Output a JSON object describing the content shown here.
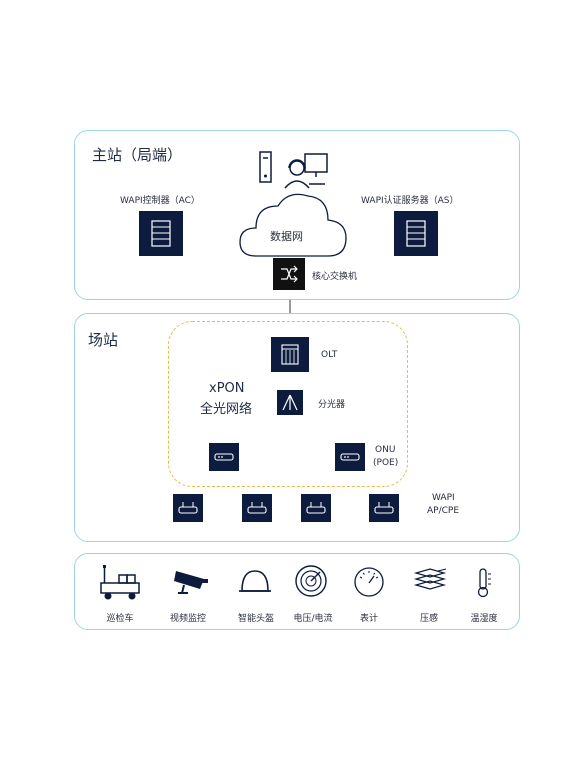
{
  "colors": {
    "navy": "#0d1b3e",
    "panel_border": "#9fd3e3",
    "dashed": "#f0b84a"
  },
  "main_station": {
    "title": "主站（局端）",
    "ac_label": "WAPI控制器（AC）",
    "as_label": "WAPI认证服务器（AS）",
    "cloud_label": "数据网",
    "switch_label": "核心交换机"
  },
  "field_station": {
    "title": "场站",
    "olt_label": "OLT",
    "xpon_label_1": "xPON",
    "xpon_label_2": "全光网络",
    "splitter_label": "分光器",
    "onu_label": "ONU",
    "onu_sub": "(POE)",
    "ap_label_1": "WAPI",
    "ap_label_2": "AP/CPE"
  },
  "devices": [
    {
      "label": "巡检车",
      "icon": "patrol-vehicle-icon"
    },
    {
      "label": "视频监控",
      "icon": "surveillance-camera-icon"
    },
    {
      "label": "智能头盔",
      "icon": "smart-helmet-icon"
    },
    {
      "label": "电压/电流",
      "icon": "voltage-current-meter-icon"
    },
    {
      "label": "表计",
      "icon": "gauge-meter-icon"
    },
    {
      "label": "压感",
      "icon": "pressure-sensor-icon"
    },
    {
      "label": "温湿度",
      "icon": "thermometer-icon"
    }
  ]
}
